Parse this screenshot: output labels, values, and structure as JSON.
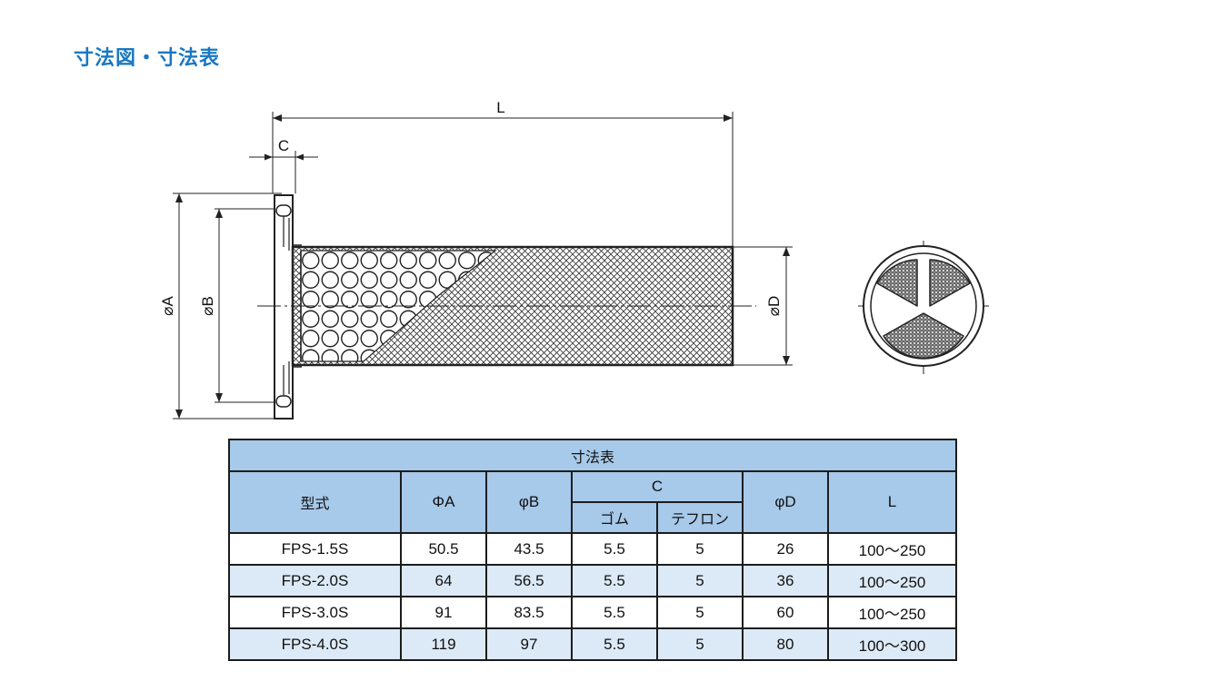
{
  "page": {
    "title": "寸法図・寸法表"
  },
  "drawing": {
    "label_L": "L",
    "label_C": "C",
    "label_A": "⌀A",
    "label_B": "⌀B",
    "label_D": "⌀D"
  },
  "table": {
    "caption": "寸法表",
    "headers": {
      "model": "型式",
      "a": "ΦA",
      "b": "φB",
      "c": "C",
      "c_rubber": "ゴム",
      "c_teflon": "テフロン",
      "d": "φD",
      "l": "L"
    },
    "rows": [
      {
        "model": "FPS-1.5S",
        "a": "50.5",
        "b": "43.5",
        "c_rubber": "5.5",
        "c_teflon": "5",
        "d": "26",
        "l": "100〜250"
      },
      {
        "model": "FPS-2.0S",
        "a": "64",
        "b": "56.5",
        "c_rubber": "5.5",
        "c_teflon": "5",
        "d": "36",
        "l": "100〜250"
      },
      {
        "model": "FPS-3.0S",
        "a": "91",
        "b": "83.5",
        "c_rubber": "5.5",
        "c_teflon": "5",
        "d": "60",
        "l": "100〜250"
      },
      {
        "model": "FPS-4.0S",
        "a": "119",
        "b": "97",
        "c_rubber": "5.5",
        "c_teflon": "5",
        "d": "80",
        "l": "100〜300"
      }
    ]
  }
}
